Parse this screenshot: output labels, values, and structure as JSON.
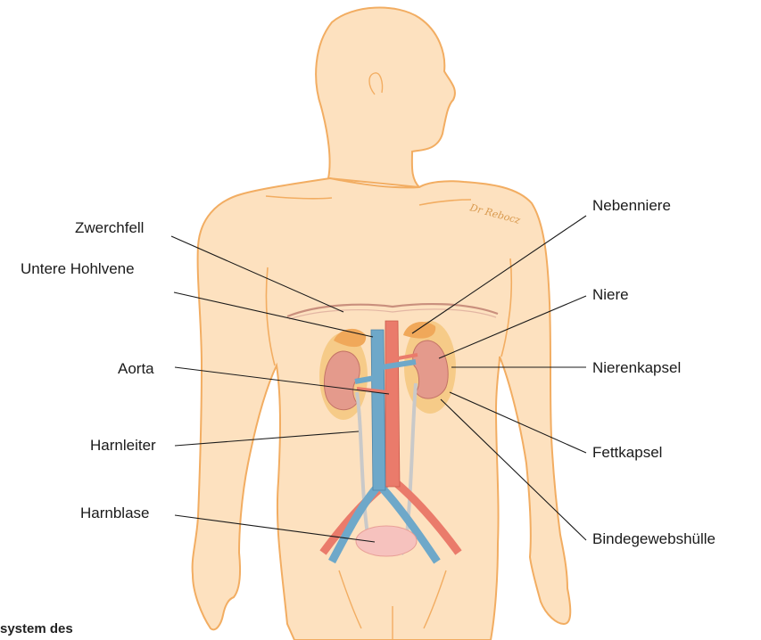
{
  "labels": {
    "zwerchfell": "Zwerchfell",
    "untere_hohlvene": "Untere Hohlvene",
    "aorta": "Aorta",
    "harnleiter": "Harnleiter",
    "harnblase": "Harnblase",
    "nebenniere": "Nebenniere",
    "niere": "Niere",
    "nierenkapsel": "Nierenkapsel",
    "fettkapsel": "Fettkapsel",
    "bindegewebshuelle": "Bindegewebshülle"
  },
  "caption": "system des",
  "signature": "Dr Rebocz",
  "colors": {
    "skin": "#fde1bf",
    "skin_outline": "#f2ad62",
    "diaphragm": "#c98f7d",
    "kidney": "#e49a8c",
    "fat_capsule": "#f5c982",
    "vein": "#6ea8c9",
    "artery": "#ea7b6b",
    "bladder": "#f6c2be",
    "leader_line": "#1a1a1a"
  }
}
